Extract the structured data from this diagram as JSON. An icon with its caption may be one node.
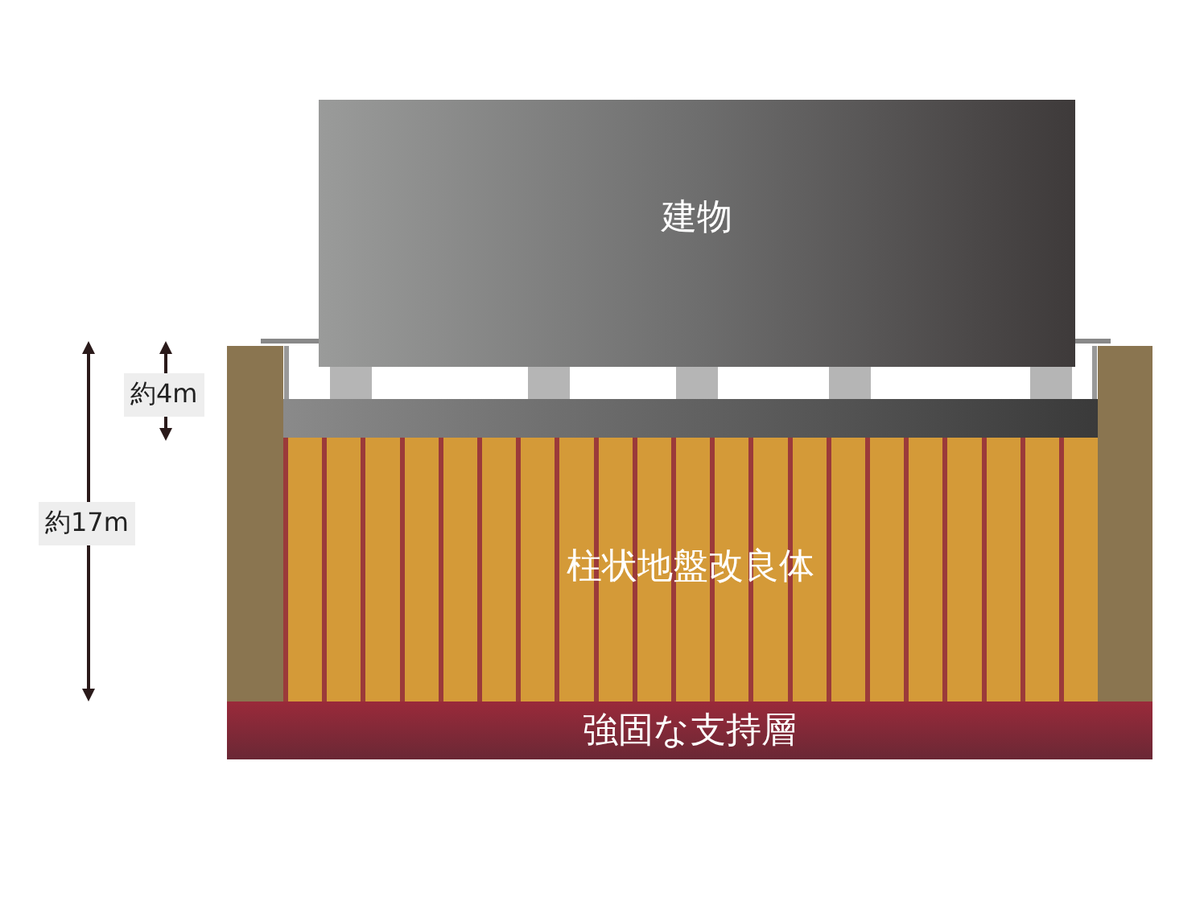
{
  "diagram": {
    "nodes": [
      {
        "text": [
          "建物"
        ]
      },
      {
        "text": [
          "柱状地盤改良体"
        ]
      },
      {
        "text": [
          "強固な支持層"
        ]
      }
    ],
    "labels": [
      "約4m",
      "約17m"
    ]
  }
}
